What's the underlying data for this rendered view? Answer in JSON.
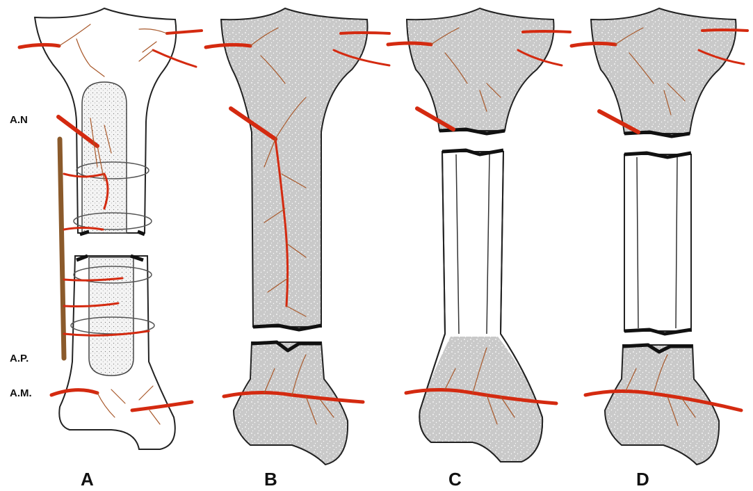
{
  "figure": {
    "side_labels": {
      "nutrient_artery": "A.N",
      "periosteal_artery": "A.P.",
      "metaphyseal_artery": "A.M."
    },
    "panels": [
      {
        "id": "A",
        "label": "A"
      },
      {
        "id": "B",
        "label": "B"
      },
      {
        "id": "C",
        "label": "C"
      },
      {
        "id": "D",
        "label": "D"
      }
    ],
    "colors": {
      "vascularized_bone": "#c9c9c9",
      "avascular_bone": "#ffffff",
      "artery": "#d42a10",
      "arteriole": "#a8582a",
      "outline": "#222222",
      "splint": "#8b5a2b"
    }
  }
}
